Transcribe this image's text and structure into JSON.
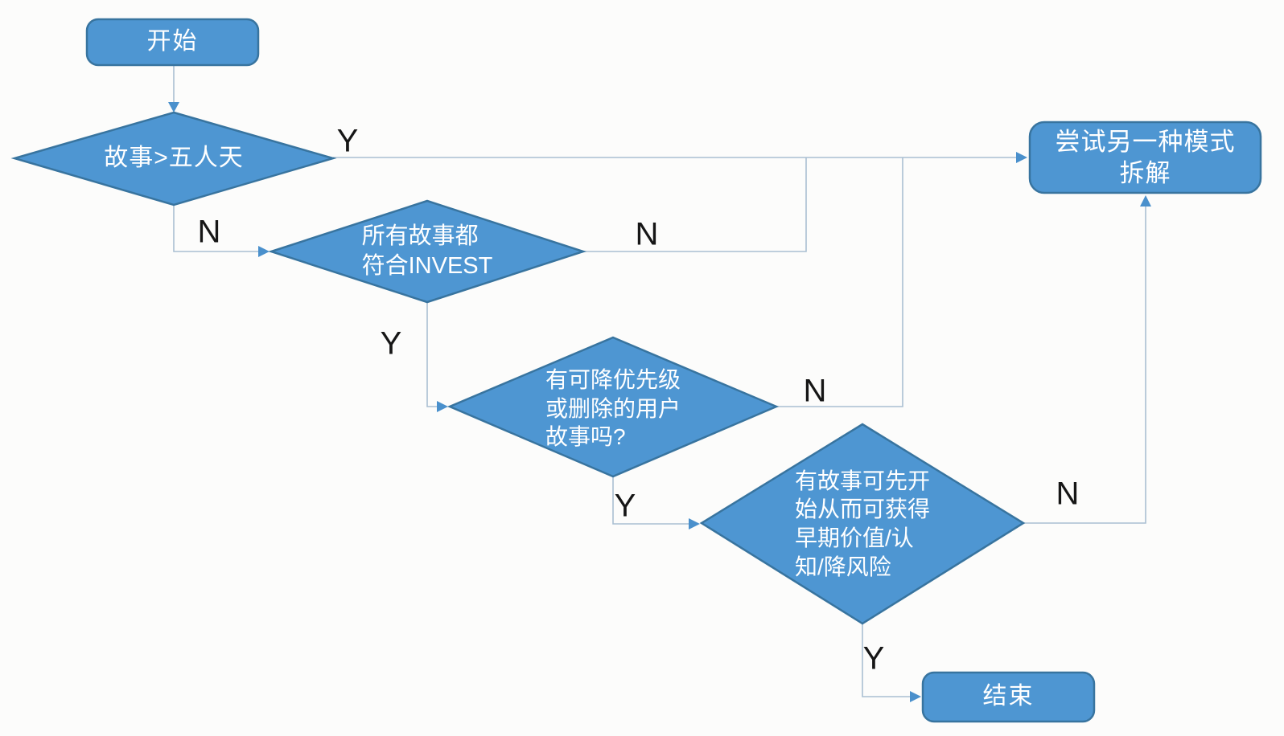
{
  "diagram": {
    "type": "flowchart",
    "language": "zh-CN",
    "topic": "user story splitting decision flow",
    "colors": {
      "node_fill": "#4e96d2",
      "node_border": "#38749f",
      "connector_line": "#aabfd2",
      "arrowhead": "#4a90cc",
      "node_text": "#ffffff",
      "branch_text": "#161616",
      "background": "#fcfcfb"
    },
    "nodes": {
      "start": {
        "type": "terminator",
        "lines": [
          "开始"
        ]
      },
      "d1": {
        "type": "decision",
        "lines": [
          "故事>五人天"
        ]
      },
      "d2": {
        "type": "decision",
        "lines": [
          "所有故事都",
          "符合INVEST"
        ]
      },
      "d3": {
        "type": "decision",
        "lines": [
          "有可降优先级",
          "或删除的用户",
          "故事吗?"
        ]
      },
      "d4": {
        "type": "decision",
        "lines": [
          "有故事可先开",
          "始从而可获得",
          "早期价值/认",
          "知/降风险"
        ]
      },
      "try": {
        "type": "process",
        "lines": [
          "尝试另一种模式",
          "拆解"
        ]
      },
      "end": {
        "type": "terminator",
        "lines": [
          "结束"
        ]
      }
    },
    "edges": [
      {
        "from": "start",
        "to": "d1",
        "label": ""
      },
      {
        "from": "d1",
        "to": "try",
        "label": "Y"
      },
      {
        "from": "d1",
        "to": "d2",
        "label": "N"
      },
      {
        "from": "d2",
        "to": "try",
        "label": "N"
      },
      {
        "from": "d2",
        "to": "d3",
        "label": "Y"
      },
      {
        "from": "d3",
        "to": "try",
        "label": "N"
      },
      {
        "from": "d3",
        "to": "d4",
        "label": "Y"
      },
      {
        "from": "d4",
        "to": "try",
        "label": "N"
      },
      {
        "from": "d4",
        "to": "end",
        "label": "Y"
      }
    ]
  }
}
